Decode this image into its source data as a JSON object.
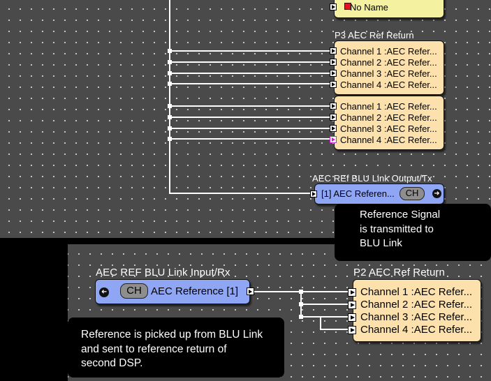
{
  "top_partial_block": {
    "row_label": "No Name"
  },
  "p3_block_a": {
    "title": "P3  AEC Ref Return",
    "rows": [
      "Channel 1 :AEC Refer...",
      "Channel 2 :AEC Refer...",
      "Channel 3 :AEC Refer...",
      "Channel 4 :AEC Refer..."
    ]
  },
  "p3_block_b": {
    "rows": [
      "Channel 1 :AEC Refer...",
      "Channel 2 :AEC Refer...",
      "Channel 3 :AEC Refer...",
      "Channel 4 :AEC Refer..."
    ]
  },
  "blu_output": {
    "title": "AEC REf  BLU Link Output/Tx",
    "row_label": "[1] AEC Referen...",
    "badge": "CH"
  },
  "note_top": {
    "text": "Reference Signal\nis transmitted to\nBLU Link"
  },
  "blu_input": {
    "title": "AEC REF  BLU Link Input/Rx",
    "row_label": "AEC Reference [1]",
    "badge": "CH"
  },
  "p2_block": {
    "title": "P2  AEC Ref Return",
    "rows": [
      "Channel 1 :AEC Refer...",
      "Channel 2 :AEC Refer...",
      "Channel 3 :AEC Refer...",
      "Channel 4 :AEC Refer..."
    ]
  },
  "note_bottom": {
    "text": "Reference is picked up from BLU Link\nand sent to reference return of\nsecond DSP."
  },
  "colors": {
    "canvas": "#4a4a4a",
    "block_orange": "#fce1ad",
    "block_yellow": "#f4f2a0",
    "block_blue": "#8fa6f5",
    "wire": "#ffffff",
    "meter_red": "#e0141e",
    "active_pin": "#d01ed0"
  },
  "icons": {
    "input_pin": "play-arrow",
    "output_pin": "play-arrow",
    "nav_left": "circle-arrow-left",
    "nav_right": "circle-arrow-right"
  }
}
